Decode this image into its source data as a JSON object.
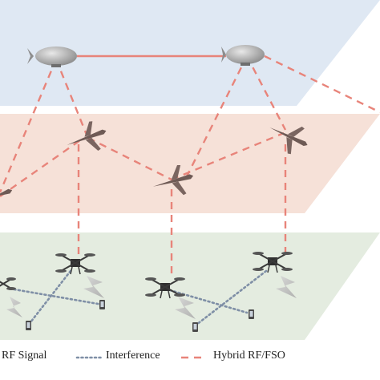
{
  "legend": {
    "items": [
      {
        "label": "RF Signal",
        "icon": "rf-signal-lightning-icon"
      },
      {
        "label": "Interference",
        "style": "dotted",
        "color": "#7f8fa6"
      },
      {
        "label": "Hybrid RF/FSO",
        "style": "dashed",
        "color": "#e8847a"
      }
    ]
  },
  "colors": {
    "layer_top": "#dfe8f3",
    "layer_middle": "#f6e1d8",
    "layer_bottom": "#e4ece0",
    "hybrid_link": "#e8847a",
    "interference_link": "#7f8fa6"
  }
}
